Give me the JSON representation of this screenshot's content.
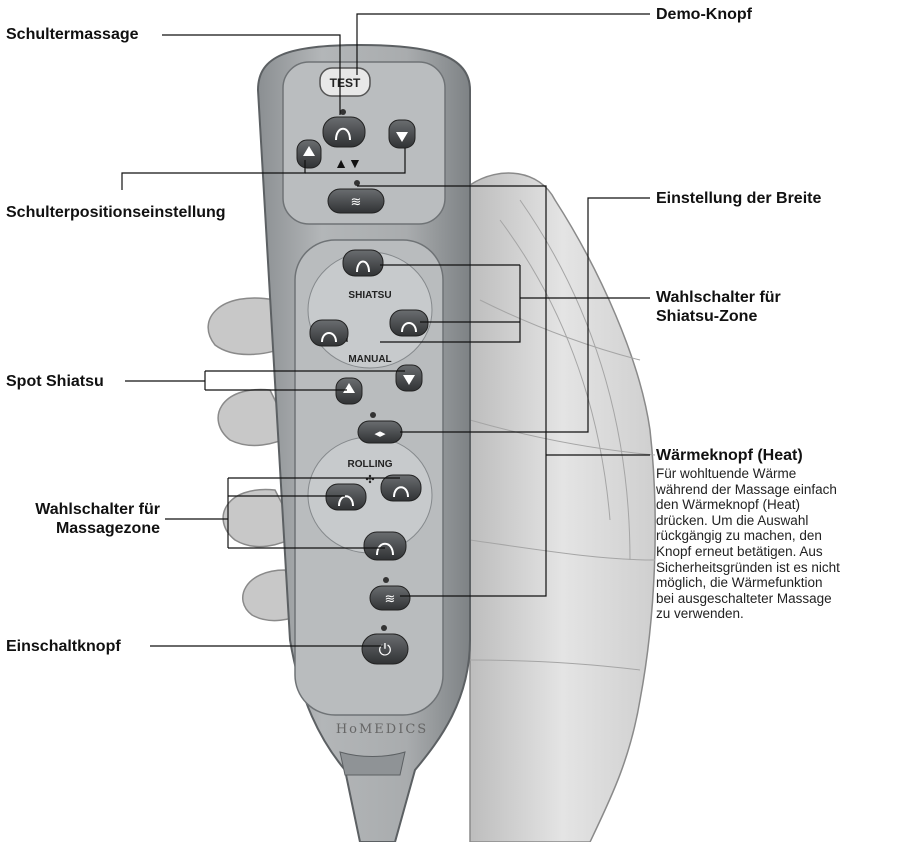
{
  "labels": {
    "schultermassage": "Schultermassage",
    "demo": "Demo-Knopf",
    "schulterposition": "Schulterpositionseinstellung",
    "breite": "Einstellung der Breite",
    "shiatsu_zone_1": "Wahlschalter für",
    "shiatsu_zone_2": "Shiatsu-Zone",
    "spot": "Spot Shiatsu",
    "massagezone_1": "Wahlschalter für",
    "massagezone_2": "Massagezone",
    "einschalt": "Einschaltknopf",
    "heat_title": "Wärmeknopf (Heat)",
    "heat_desc": [
      "Für wohltuende Wärme",
      "während der Massage einfach",
      "den Wärmeknopf (Heat)",
      "drücken. Um die Auswahl",
      "rückgängig zu machen, den",
      "Knopf erneut betätigen. Aus",
      "Sicherheitsgründen ist es nicht",
      "möglich, die Wärmefunktion",
      "bei ausgeschalteter Massage",
      "zu verwenden."
    ]
  },
  "remote": {
    "test": "TEST",
    "shiatsu": "SHIATSU",
    "manual": "MANUAL",
    "rolling": "ROLLING",
    "brand": "HoMEDICS"
  },
  "colors": {
    "remote_body": "#9fa3a6",
    "panel": "#b8bbbd",
    "button": "#4a4d50",
    "hand": "#d8d8d8",
    "line": "#111111"
  }
}
